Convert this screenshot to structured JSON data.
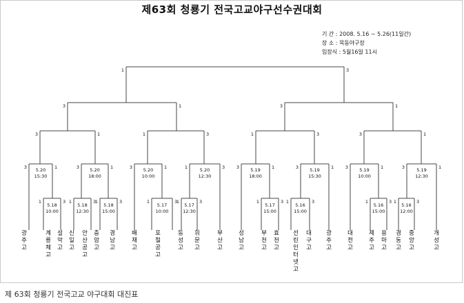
{
  "title": "제63회 청룡기 전국고교야구선수권대회",
  "info": {
    "period_label": "기  간 :",
    "period_value": "2008. 5.16 ~ 5.26(11일간)",
    "venue_label": "장  소 :",
    "venue_value": "목동야구장",
    "opening_label": "입장식 :",
    "opening_value": "5월16일 11시"
  },
  "caption": "제 63회 청룡기 전국고교 야구대회 대진표",
  "teams": [
    "광주고",
    "계룡체고",
    "설악고",
    "신일고",
    "안산공고",
    "충암고",
    "경남고",
    "배재고",
    "포철공고",
    "동성고",
    "휘문고",
    "부산고",
    "성남고",
    "부천고",
    "효천고",
    "선린인터넷고",
    "대구고",
    "광주고",
    "대전고",
    "제주고",
    "용마고",
    "경동고",
    "중앙고",
    "개성고"
  ],
  "matches": {
    "r1": [
      {
        "date": "5.18",
        "time": "10:00",
        "score_left": "1",
        "score_right": "3"
      },
      {
        "date": "5.18",
        "time": "12:30",
        "score_left": "1",
        "score_right": "3"
      },
      {
        "date": "5.18",
        "time": "15:00",
        "score_left": "1",
        "score_right": "3"
      },
      {
        "date": "5.17",
        "time": "10:00",
        "score_left": "1",
        "score_right": "3"
      },
      {
        "date": "5.17",
        "time": "12:30",
        "score_left": "1",
        "score_right": "3"
      },
      {
        "date": "5.17",
        "time": "15:00",
        "score_left": "1",
        "score_right": "3"
      },
      {
        "date": "5.16",
        "time": "15:00",
        "score_left": "1",
        "score_right": "3"
      },
      {
        "date": "5.16",
        "time": "15:00",
        "score_left": "1",
        "score_right": "3"
      },
      {
        "date": "5.16",
        "time": "12:00",
        "score_left": "1",
        "score_right": "3"
      }
    ],
    "r2": [
      {
        "date": "5.20",
        "time": "15:30",
        "score_left": "3",
        "score_right": "1"
      },
      {
        "date": "5.20",
        "time": "18:00",
        "score_left": "3",
        "score_right": "1"
      },
      {
        "date": "5.20",
        "time": "10:00",
        "score_left": "3",
        "score_right": "1"
      },
      {
        "date": "5.20",
        "time": "12:30",
        "score_left": "1",
        "score_right": "3"
      },
      {
        "date": "5.19",
        "time": "18:00",
        "score_left": "3",
        "score_right": "1"
      },
      {
        "date": "5.19",
        "time": "15:30",
        "score_left": "3",
        "score_right": "1"
      },
      {
        "date": "5.19",
        "time": "10:00",
        "score_left": "3",
        "score_right": "1"
      },
      {
        "date": "5.19",
        "time": "12:30",
        "score_left": "3",
        "score_right": "1"
      }
    ],
    "qf": [
      {
        "score_left": "3",
        "score_right": "1"
      },
      {
        "score_left": "1",
        "score_right": "3"
      },
      {
        "score_left": "1",
        "score_right": "3"
      },
      {
        "score_left": "3",
        "score_right": "1"
      }
    ],
    "sf": [
      {
        "score_left": "3",
        "score_right": "1"
      },
      {
        "score_left": "3",
        "score_right": "1"
      }
    ],
    "final": {
      "score_left": "1",
      "score_right": "3"
    }
  }
}
